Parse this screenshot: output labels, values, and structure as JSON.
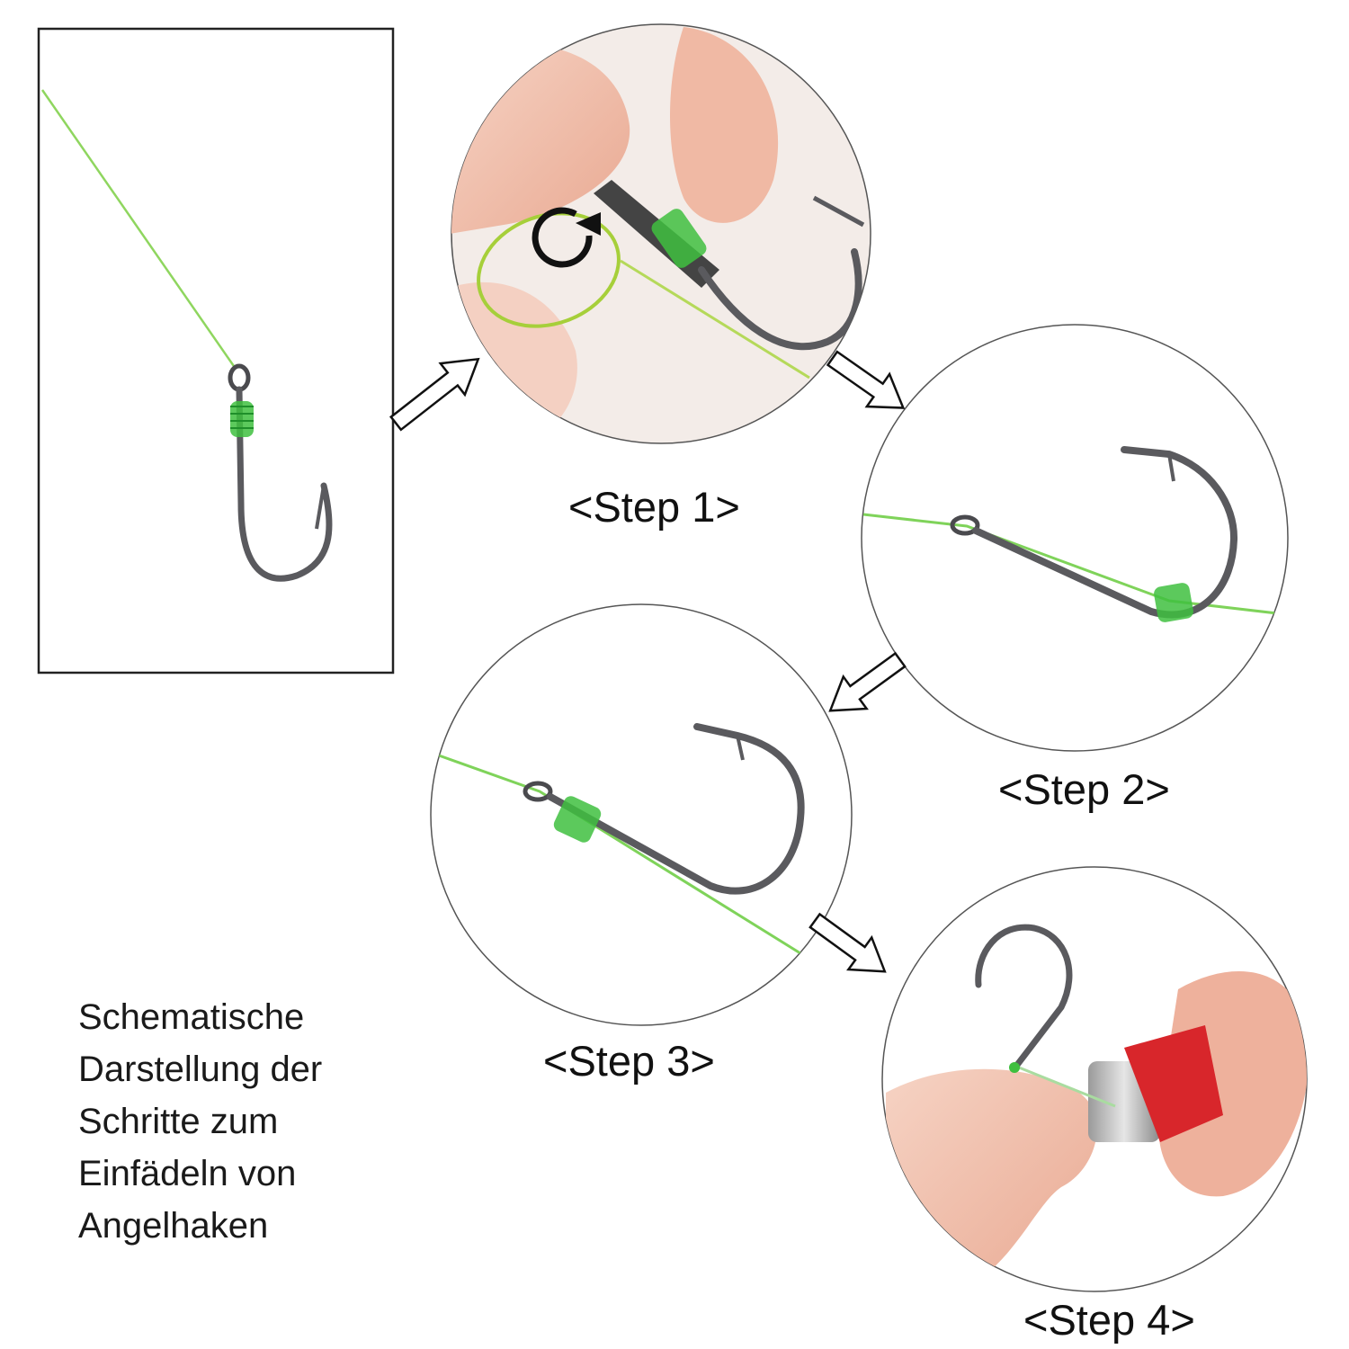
{
  "steps": [
    {
      "label": "<Step 1>"
    },
    {
      "label": "<Step 2>"
    },
    {
      "label": "<Step 3>"
    },
    {
      "label": "<Step 4>"
    }
  ],
  "caption": {
    "lines": [
      "Schematische",
      "Darstellung der",
      "Schritte zum",
      "Einfädeln von",
      "Angelhaken"
    ]
  },
  "colors": {
    "line": "#7fd35a",
    "hook": "#5a5a5e",
    "wrap": "#3fbf3f",
    "skin": "#f0c0ae",
    "tool": "#d8262b",
    "frame": "#222222"
  }
}
